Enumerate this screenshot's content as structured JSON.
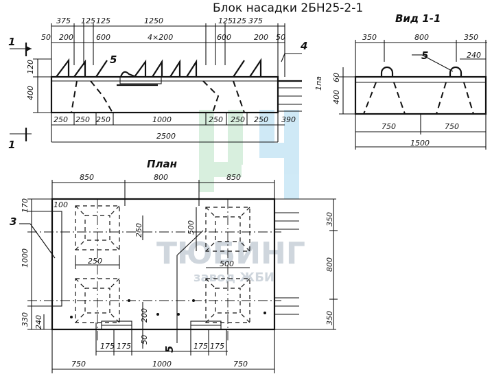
{
  "title": "Блок насадки 2БН25-2-1",
  "view_labels": {
    "section": "Вид 1-1",
    "plan": "План"
  },
  "section_marks": {
    "top": "1",
    "bottom": "1"
  },
  "callouts": {
    "c4": "4",
    "c5_front": "5",
    "c5_side": "5",
    "c3": "3",
    "c5_plan": "5"
  },
  "watermark": {
    "brand": "ТЮБИНГ",
    "sub": "завод ЖБИ"
  },
  "front": {
    "top_row": [
      "375",
      "125",
      "125",
      "1250",
      "125",
      "125",
      "375"
    ],
    "second_row": [
      "50",
      "200",
      "600",
      "4×200",
      "600",
      "200",
      "50"
    ],
    "left_v": [
      "120",
      "400"
    ],
    "right_v": "1па",
    "bottom_row": [
      "250",
      "250",
      "250",
      "1000",
      "250",
      "250",
      "250",
      "390"
    ],
    "total": "2500"
  },
  "side": {
    "top_row": [
      "350",
      "800",
      "350"
    ],
    "right_small": "240",
    "left_v": [
      "60",
      "400"
    ],
    "bottom_row": [
      "750",
      "750"
    ],
    "total": "1500"
  },
  "plan": {
    "top_row": [
      "850",
      "800",
      "850"
    ],
    "left_v": [
      "170",
      "1000",
      "330",
      "240"
    ],
    "small": [
      "100",
      "250",
      "250",
      "500",
      "500",
      "200",
      "50"
    ],
    "right_v": [
      "350",
      "800",
      "350"
    ],
    "bottom_small": [
      "175",
      "175",
      "175",
      "175"
    ],
    "bottom_row": [
      "750",
      "1000",
      "750"
    ]
  }
}
